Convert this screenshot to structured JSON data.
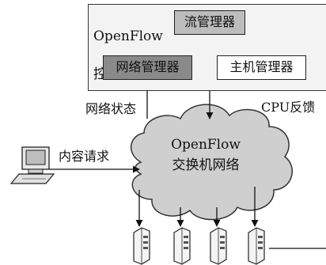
{
  "controller": {
    "label_line1": "OpenFlow",
    "label_line2": "控制器",
    "flow_manager": "流管理器",
    "network_manager": "网络管理器",
    "host_manager": "主机管理器"
  },
  "labels": {
    "network_state": "网络状态",
    "cpu_feedback": "CPU反馈",
    "content_request": "内容请求"
  },
  "network": {
    "line1": "OpenFlow",
    "line2": "交换机网络"
  },
  "colors": {
    "flow_manager_fill": "#bcbcbc",
    "network_manager_fill": "#8a8a8a",
    "host_manager_fill": "#ffffff",
    "cloud_fill": "#cfcfcf",
    "controller_fill": "#f3f3f3"
  },
  "icons": {
    "client": "desktop-computer-icon",
    "servers": [
      "server-icon",
      "server-icon",
      "server-icon",
      "server-icon"
    ]
  }
}
